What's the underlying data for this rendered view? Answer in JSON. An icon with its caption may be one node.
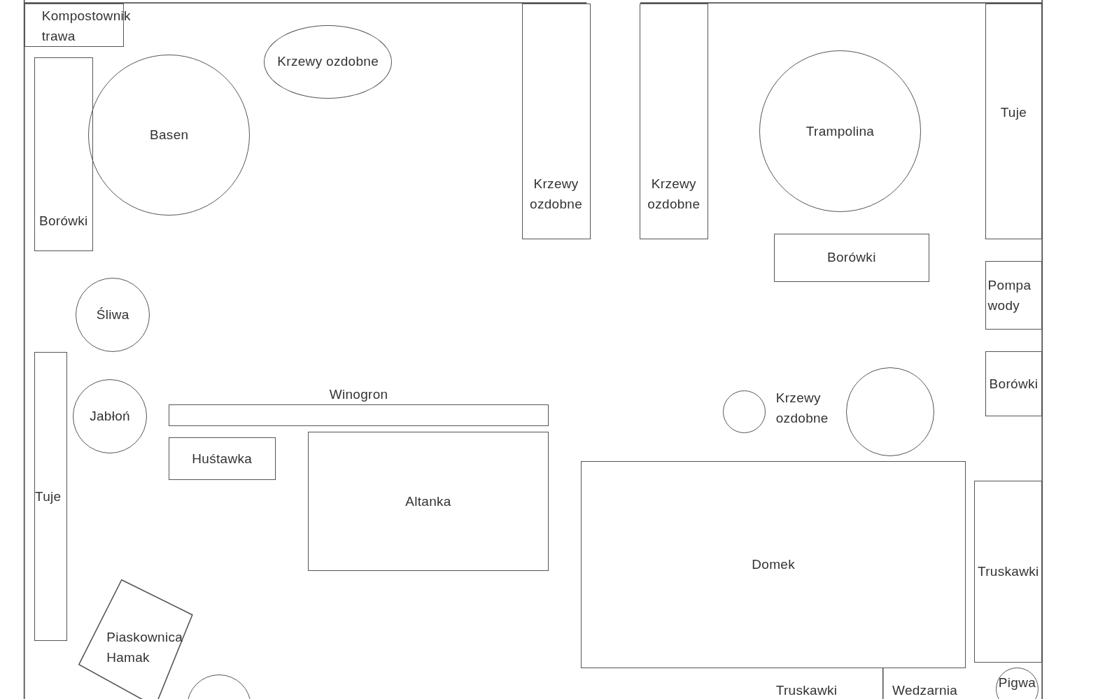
{
  "diagram": {
    "nodes": [
      {
        "text": [
          "Kompostownik trawa"
        ]
      },
      {
        "text": [
          "Krzewy ozdobne"
        ]
      },
      {
        "text": [
          "Basen"
        ]
      },
      {
        "text": [
          "Trampolina"
        ]
      },
      {
        "text": [
          "Borówki"
        ]
      },
      {
        "text": [
          "Krzewy ozdobne"
        ]
      },
      {
        "text": [
          "Krzewy ozdobne"
        ]
      },
      {
        "text": [
          "Tuje"
        ]
      },
      {
        "text": [
          "Borówki"
        ]
      },
      {
        "text": [
          "Pompa wody"
        ]
      },
      {
        "text": [
          "Śliwa"
        ]
      },
      {
        "text": [
          "Borówki"
        ]
      },
      {
        "text": [
          "Tuje"
        ]
      },
      {
        "text": [],
        "shape": "circle"
      },
      {
        "text": [],
        "shape": "circle"
      },
      {
        "text": [
          "Jabłoń"
        ]
      },
      {
        "text": [
          "Winogron"
        ]
      },
      {
        "text": [
          "Huśtawka"
        ]
      },
      {
        "text": [
          "Altanka"
        ]
      },
      {
        "text": [
          "Domek"
        ]
      },
      {
        "text": [
          "Truskawki"
        ]
      },
      {
        "text": [
          "Piaskownica",
          "Hamak"
        ]
      },
      {
        "text": [],
        "shape": "circle"
      },
      {
        "text": [
          "Pigwa"
        ]
      }
    ],
    "labels": [
      "Krzewy ozdobne",
      "Truskawki",
      "Wedzarnia"
    ]
  }
}
